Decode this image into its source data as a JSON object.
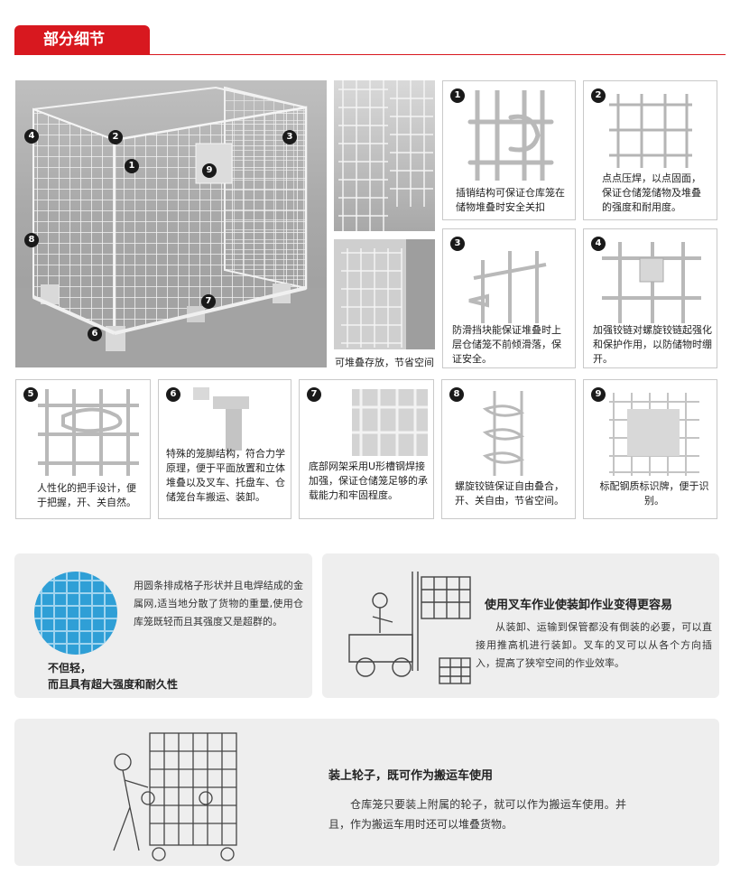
{
  "header": {
    "title": "部分细节"
  },
  "main_photo": {
    "badges": [
      "1",
      "2",
      "3",
      "4",
      "6",
      "7",
      "8",
      "9"
    ]
  },
  "stack_caption": "可堆叠存放，节省空间",
  "cards": [
    {
      "num": "1",
      "text": "插销结构可保证仓库笼在储物堆叠时安全关扣"
    },
    {
      "num": "2",
      "text": "点点压焊，以点固面，保证仓储笼储物及堆叠的强度和耐用度。"
    },
    {
      "num": "3",
      "text": "防滑挡块能保证堆叠时上层仓储笼不前倾滑落，保证安全。"
    },
    {
      "num": "4",
      "text": "加强铰链对螺旋铰链起强化和保护作用，以防储物时绷开。"
    },
    {
      "num": "5",
      "text": "人性化的把手设计，便于把握，开、关自然。"
    },
    {
      "num": "6",
      "text": "特殊的笼脚结构，符合力学原理，便于平面放置和立体堆叠以及叉车、托盘车、仓储笼台车搬运、装卸。"
    },
    {
      "num": "7",
      "text": "底部网架采用U形槽钢焊接加强，保证仓储笼足够的承载能力和牢固程度。"
    },
    {
      "num": "8",
      "text": "螺旋铰链保证自由叠合，开、关自由，节省空间。"
    },
    {
      "num": "9",
      "text": "标配钢质标识牌，便于识别。"
    }
  ],
  "panel_strength": {
    "body": "用圆条排成格子形状并且电焊结成的金属网,适当地分散了货物的重量,使用仓库笼既轻而且其强度又是超群的。",
    "headline_1": "不但轻，",
    "headline_2": "而且具有超大强度和耐久性"
  },
  "panel_forklift": {
    "title": "使用叉车作业使装卸作业变得更容易",
    "body": "从装卸、运输到保管都没有倒装的必要，可以直接用推高机进行装卸。叉车的叉可以从各个方向插入，提高了狭窄空间的作业效率。"
  },
  "panel_wheels": {
    "title": "装上轮子，既可作为搬运车使用",
    "body": "仓库笼只要装上附属的轮子，就可以作为搬运车使用。并且，作为搬运车用时还可以堆叠货物。"
  },
  "colors": {
    "accent": "#d8181f",
    "panel_bg": "#eeeeee",
    "card_border": "#c9c9c9"
  }
}
